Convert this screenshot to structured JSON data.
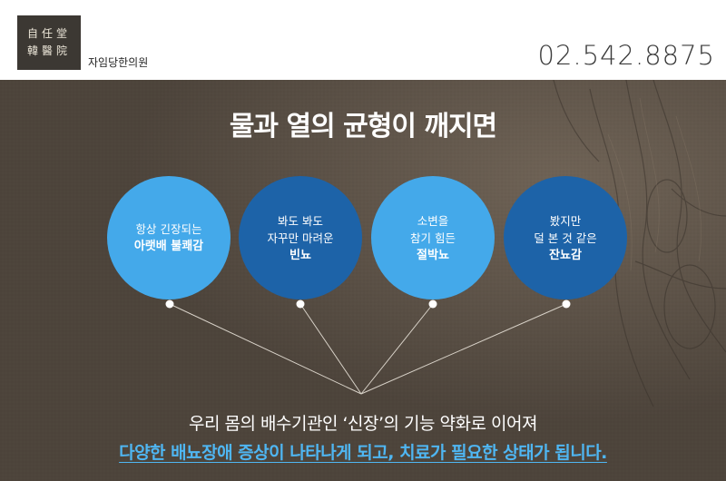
{
  "header": {
    "logo_hanja_line1": "自任堂",
    "logo_hanja_line2": "韓醫院",
    "clinic_name": "자임당한의원",
    "phone": "02.542.8875"
  },
  "main": {
    "headline": "물과 열의 균형이 깨지면",
    "symptoms": [
      {
        "line1": "항상 긴장되는",
        "line2": "",
        "strong": "아랫배 불쾌감",
        "color": "#44a9ea"
      },
      {
        "line1": "봐도 봐도",
        "line2": "자꾸만 마려운",
        "strong": "빈뇨",
        "color": "#1d63a8"
      },
      {
        "line1": "소변을",
        "line2": "참기 힘든",
        "strong": "절박뇨",
        "color": "#44a9ea"
      },
      {
        "line1": "봤지만",
        "line2": "덜 본 것 같은",
        "strong": "잔뇨감",
        "color": "#1d63a8"
      }
    ],
    "bottom_line1": "우리 몸의 배수기관인 ‘신장’의 기능 약화로 이어져",
    "bottom_line2": "다양한 배뇨장애 증상이 나타나게 되고, 치료가 필요한 상태가 됩니다."
  },
  "colors": {
    "background": "#5a5045",
    "circle_light": "#44a9ea",
    "circle_dark": "#1d63a8",
    "highlight_text": "#4fb6f2"
  }
}
